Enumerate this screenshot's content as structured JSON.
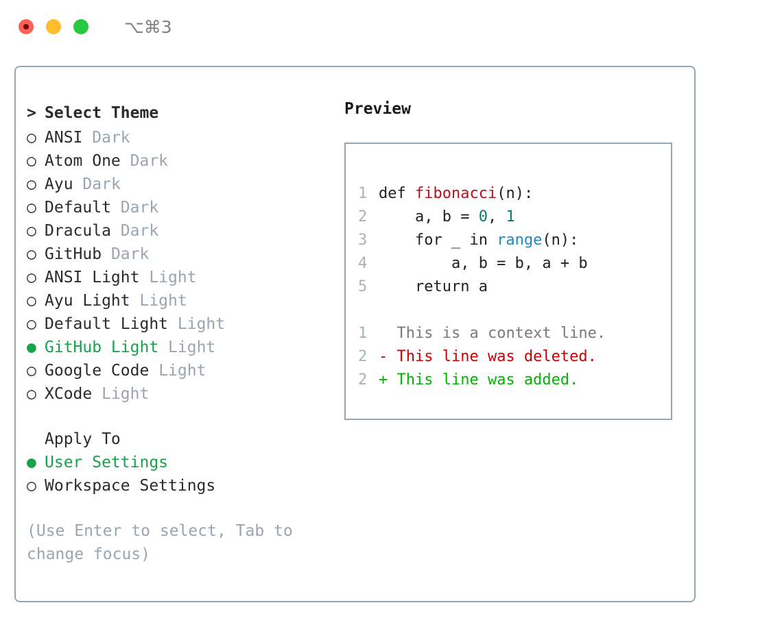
{
  "window": {
    "shortcut": "⌥⌘3",
    "traffic_lights": [
      {
        "name": "close",
        "color": "#ff5f57"
      },
      {
        "name": "minimize",
        "color": "#febc2e"
      },
      {
        "name": "maximize",
        "color": "#28c840"
      }
    ]
  },
  "theme_picker": {
    "header_marker": ">",
    "header_label": "Select Theme",
    "bullet_unselected": "○",
    "bullet_selected": "●",
    "selected_color": "#16a34a",
    "suffix_color": "#9aa5b1",
    "items": [
      {
        "bullet": "○",
        "name": "ANSI",
        "suffix": "Dark",
        "selected": false
      },
      {
        "bullet": "○",
        "name": "Atom One",
        "suffix": "Dark",
        "selected": false
      },
      {
        "bullet": "○",
        "name": "Ayu",
        "suffix": "Dark",
        "selected": false
      },
      {
        "bullet": "○",
        "name": "Default",
        "suffix": "Dark",
        "selected": false
      },
      {
        "bullet": "○",
        "name": "Dracula",
        "suffix": "Dark",
        "selected": false
      },
      {
        "bullet": "○",
        "name": "GitHub",
        "suffix": "Dark",
        "selected": false
      },
      {
        "bullet": "○",
        "name": "ANSI Light",
        "suffix": "Light",
        "selected": false
      },
      {
        "bullet": "○",
        "name": "Ayu Light",
        "suffix": "Light",
        "selected": false
      },
      {
        "bullet": "○",
        "name": "Default Light",
        "suffix": "Light",
        "selected": false
      },
      {
        "bullet": "●",
        "name": "GitHub Light",
        "suffix": "Light",
        "selected": true
      },
      {
        "bullet": "○",
        "name": "Google Code",
        "suffix": "Light",
        "selected": false
      },
      {
        "bullet": "○",
        "name": "XCode",
        "suffix": "Light",
        "selected": false
      }
    ]
  },
  "apply_to": {
    "heading": "Apply To",
    "items": [
      {
        "bullet": "●",
        "label": "User Settings",
        "selected": true
      },
      {
        "bullet": "○",
        "label": "Workspace Settings",
        "selected": false
      }
    ]
  },
  "hint": "(Use Enter to select, Tab to change focus)",
  "preview": {
    "title": "Preview",
    "code_lines": [
      {
        "no": "1",
        "segments": [
          {
            "t": "def ",
            "c": "plain"
          },
          {
            "t": "fibonacci",
            "c": "fn"
          },
          {
            "t": "(n):",
            "c": "plain"
          }
        ]
      },
      {
        "no": "2",
        "segments": [
          {
            "t": "    a, b = ",
            "c": "plain"
          },
          {
            "t": "0",
            "c": "num"
          },
          {
            "t": ", ",
            "c": "plain"
          },
          {
            "t": "1",
            "c": "num"
          }
        ]
      },
      {
        "no": "3",
        "segments": [
          {
            "t": "    for _ in ",
            "c": "plain"
          },
          {
            "t": "range",
            "c": "call"
          },
          {
            "t": "(n):",
            "c": "plain"
          }
        ]
      },
      {
        "no": "4",
        "segments": [
          {
            "t": "        a, b = b, a + b",
            "c": "plain"
          }
        ]
      },
      {
        "no": "5",
        "segments": [
          {
            "t": "    return a",
            "c": "plain"
          }
        ]
      }
    ],
    "diff_lines": [
      {
        "no": "1",
        "marker": "  ",
        "text": "This is a context line.",
        "kind": "context"
      },
      {
        "no": "2",
        "marker": "- ",
        "text": "This line was deleted.",
        "kind": "deleted"
      },
      {
        "no": "2",
        "marker": "+ ",
        "text": "This line was added.",
        "kind": "added"
      }
    ],
    "syntax_colors": {
      "function": "#b5121b",
      "number": "#0b7a75",
      "builtin": "#1f8ac0",
      "plain": "#222222",
      "lineno": "#a8b2bd",
      "diff_context": "#7a7a7a",
      "diff_deleted": "#cc0000",
      "diff_added": "#00b400"
    }
  }
}
